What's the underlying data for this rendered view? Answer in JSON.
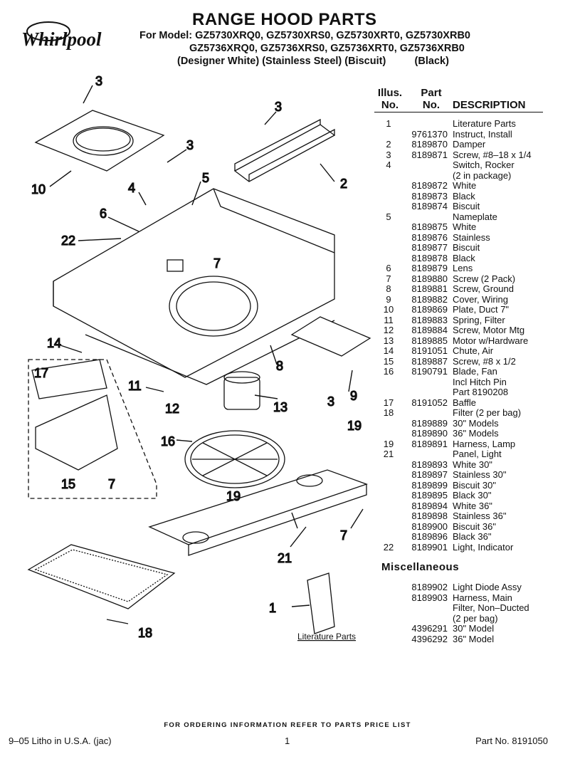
{
  "header": {
    "brand": "Whirlpool",
    "title": "RANGE HOOD PARTS",
    "model_lines": [
      "For Model: GZ5730XRQ0, GZ5730XRS0, GZ5730XRT0, GZ5730XRB0",
      "GZ5736XRQ0, GZ5736XRS0, GZ5736XRT0, GZ5736XRB0",
      "(Designer White) (Stainless Steel) (Biscuit)          (Black)"
    ]
  },
  "table_header": {
    "illus": "Illus.",
    "illus_no": "No.",
    "part": "Part",
    "part_no": "No.",
    "description": "DESCRIPTION"
  },
  "parts": [
    {
      "illus": "1",
      "part": "",
      "desc": "Literature Parts"
    },
    {
      "illus": "",
      "part": "9761370",
      "desc": "Instruct, Install"
    },
    {
      "illus": "2",
      "part": "8189870",
      "desc": "Damper"
    },
    {
      "illus": "3",
      "part": "8189871",
      "desc": "Screw, #8–18 x 1/4"
    },
    {
      "illus": "4",
      "part": "",
      "desc": "Switch, Rocker"
    },
    {
      "illus": "",
      "part": "",
      "desc": "(2 in package)"
    },
    {
      "illus": "",
      "part": "8189872",
      "desc": "White"
    },
    {
      "illus": "",
      "part": "8189873",
      "desc": "Black"
    },
    {
      "illus": "",
      "part": "8189874",
      "desc": "Biscuit"
    },
    {
      "illus": "5",
      "part": "",
      "desc": "Nameplate"
    },
    {
      "illus": "",
      "part": "8189875",
      "desc": "White"
    },
    {
      "illus": "",
      "part": "8189876",
      "desc": "Stainless"
    },
    {
      "illus": "",
      "part": "8189877",
      "desc": "Biscuit"
    },
    {
      "illus": "",
      "part": "8189878",
      "desc": "Black"
    },
    {
      "illus": "6",
      "part": "8189879",
      "desc": "Lens"
    },
    {
      "illus": "7",
      "part": "8189880",
      "desc": "Screw (2 Pack)"
    },
    {
      "illus": "8",
      "part": "8189881",
      "desc": "Screw, Ground"
    },
    {
      "illus": "9",
      "part": "8189882",
      "desc": "Cover, Wiring"
    },
    {
      "illus": "10",
      "part": "8189869",
      "desc": "Plate, Duct 7\""
    },
    {
      "illus": "11",
      "part": "8189883",
      "desc": "Spring, Filter"
    },
    {
      "illus": "12",
      "part": "8189884",
      "desc": "Screw, Motor Mtg"
    },
    {
      "illus": "13",
      "part": "8189885",
      "desc": "Motor w/Hardware"
    },
    {
      "illus": "14",
      "part": "8191051",
      "desc": "Chute, Air"
    },
    {
      "illus": "15",
      "part": "8189887",
      "desc": "Screw, #8 x 1/2"
    },
    {
      "illus": "16",
      "part": "8190791",
      "desc": "Blade, Fan"
    },
    {
      "illus": "",
      "part": "",
      "desc": "Incl Hitch Pin"
    },
    {
      "illus": "",
      "part": "",
      "desc": "Part 8190208"
    },
    {
      "illus": "17",
      "part": "8191052",
      "desc": "Baffle"
    },
    {
      "illus": "18",
      "part": "",
      "desc": "Filter (2 per bag)"
    },
    {
      "illus": "",
      "part": "8189889",
      "desc": "30\" Models"
    },
    {
      "illus": "",
      "part": "8189890",
      "desc": "36\" Models"
    },
    {
      "illus": "19",
      "part": "8189891",
      "desc": "Harness, Lamp"
    },
    {
      "illus": "21",
      "part": "",
      "desc": "Panel, Light"
    },
    {
      "illus": "",
      "part": "8189893",
      "desc": "White 30\""
    },
    {
      "illus": "",
      "part": "8189897",
      "desc": "Stainless 30\""
    },
    {
      "illus": "",
      "part": "8189899",
      "desc": "Biscuit 30\""
    },
    {
      "illus": "",
      "part": "8189895",
      "desc": "Black 30\""
    },
    {
      "illus": "",
      "part": "8189894",
      "desc": "White 36\""
    },
    {
      "illus": "",
      "part": "8189898",
      "desc": "Stainless 36\""
    },
    {
      "illus": "",
      "part": "8189900",
      "desc": "Biscuit 36\""
    },
    {
      "illus": "",
      "part": "8189896",
      "desc": "Black 36\""
    },
    {
      "illus": "22",
      "part": "8189901",
      "desc": "Light, Indicator"
    }
  ],
  "misc": {
    "title": "Miscellaneous",
    "items": [
      {
        "illus": "",
        "part": "8189902",
        "desc": "Light Diode Assy"
      },
      {
        "illus": "",
        "part": "8189903",
        "desc": "Harness, Main"
      },
      {
        "illus": "",
        "part": "",
        "desc": "Filter, Non–Ducted"
      },
      {
        "illus": "",
        "part": "",
        "desc": "(2 per bag)"
      },
      {
        "illus": "",
        "part": "4396291",
        "desc": "30\" Model"
      },
      {
        "illus": "",
        "part": "4396292",
        "desc": "36\" Model"
      }
    ]
  },
  "diagram": {
    "literature_label": "Literature Parts",
    "callouts": [
      "3",
      "3",
      "3",
      "2",
      "10",
      "4",
      "5",
      "6",
      "22",
      "7",
      "14",
      "17",
      "11",
      "12",
      "13",
      "8",
      "3",
      "9",
      "19",
      "16",
      "15",
      "7",
      "19",
      "7",
      "21",
      "1",
      "18"
    ]
  },
  "footer": {
    "order_note": "FOR ORDERING INFORMATION REFER TO PARTS PRICE LIST",
    "left": "9–05 Litho in U.S.A. (jac)",
    "page": "1",
    "part_no": "Part No. 8191050"
  }
}
